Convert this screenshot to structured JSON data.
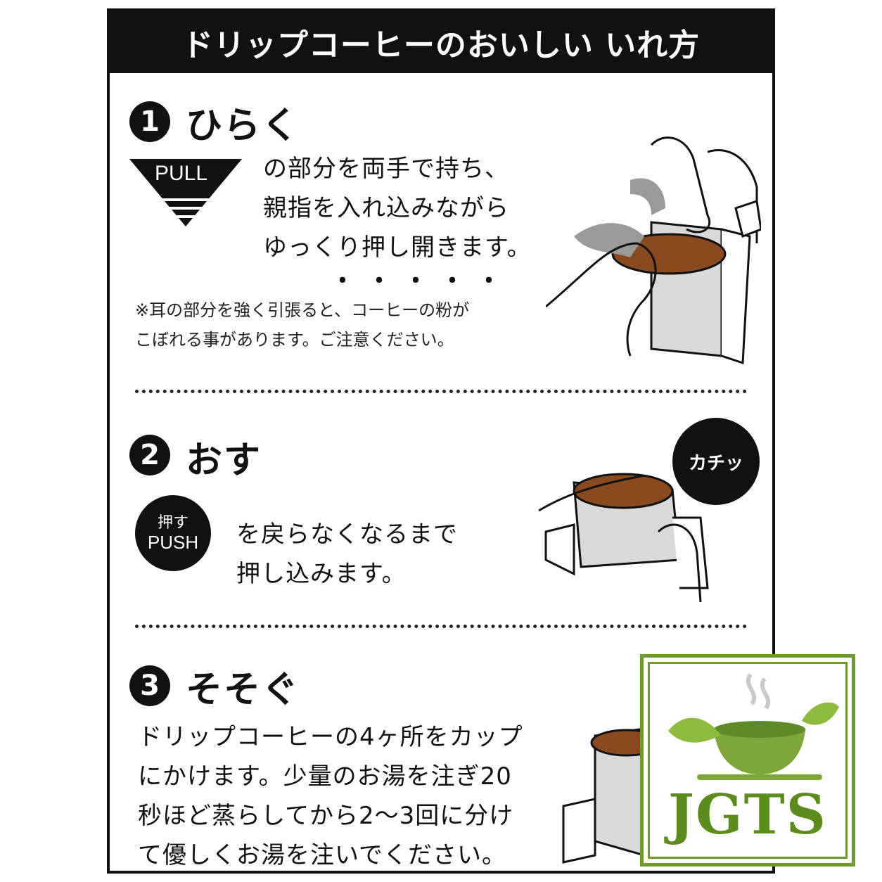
{
  "header": {
    "title": "ドリップコーヒーのおいしい いれ方"
  },
  "steps": [
    {
      "number": "1",
      "title": "ひらく",
      "badge": "PULL",
      "lines": [
        "の部分を両手で持ち、",
        "親指を入れ込みながら",
        "ゆっくり押し開きます。"
      ],
      "dots": "・・・・・",
      "note_lines": [
        "※耳の部分を強く引張ると、コーヒーの粉が",
        "こぼれる事があります。ご注意ください。"
      ]
    },
    {
      "number": "2",
      "title": "おす",
      "badge_jp": "押す",
      "badge_en": "PUSH",
      "lines": [
        "を戻らなくなるまで",
        "押し込みます。"
      ],
      "bubble": "カチッ"
    },
    {
      "number": "3",
      "title": "そそぐ",
      "lines": [
        "ドリップコーヒーの4ヶ所をカップ",
        "にかけます。少量のお湯を注ぎ20",
        "秒ほど蒸らしてから2～3回に分け",
        "て優しくお湯を注いでください。"
      ]
    }
  ],
  "logo": {
    "text": "JGTS",
    "color": "#5b8c1d"
  },
  "colors": {
    "ink": "#111111",
    "coffee": "#8a4a20",
    "filter": "#d9d9d9",
    "logo_green": "#6f9a2e"
  }
}
